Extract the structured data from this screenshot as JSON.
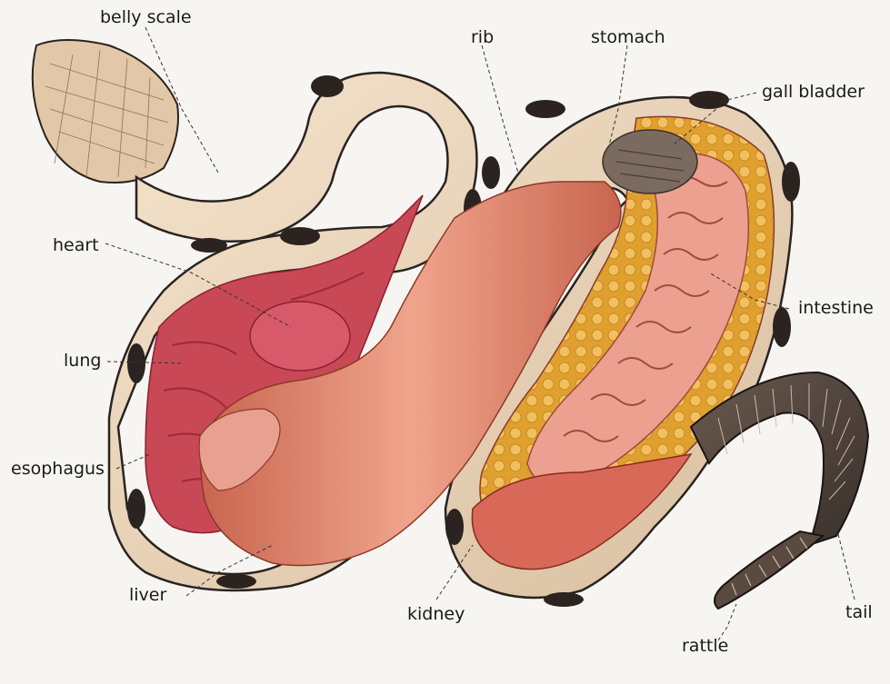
{
  "labels": {
    "belly_scale": "belly scale",
    "rib": "rib",
    "stomach": "stomach",
    "gall_bladder": "gall bladder",
    "heart": "heart",
    "intestine": "intestine",
    "lung": "lung",
    "esophagus": "esophagus",
    "liver": "liver",
    "kidney": "kidney",
    "tail": "tail",
    "rattle": "rattle"
  },
  "colors": {
    "background": "#f7f5f2",
    "skin": "#e9d5bd",
    "dark_spot": "#2a2320",
    "flesh": "#e0806a",
    "lung": "#c8485a",
    "intestine": "#e89a8a",
    "fat": "#e8b040",
    "rattle": "#5a4a40"
  }
}
